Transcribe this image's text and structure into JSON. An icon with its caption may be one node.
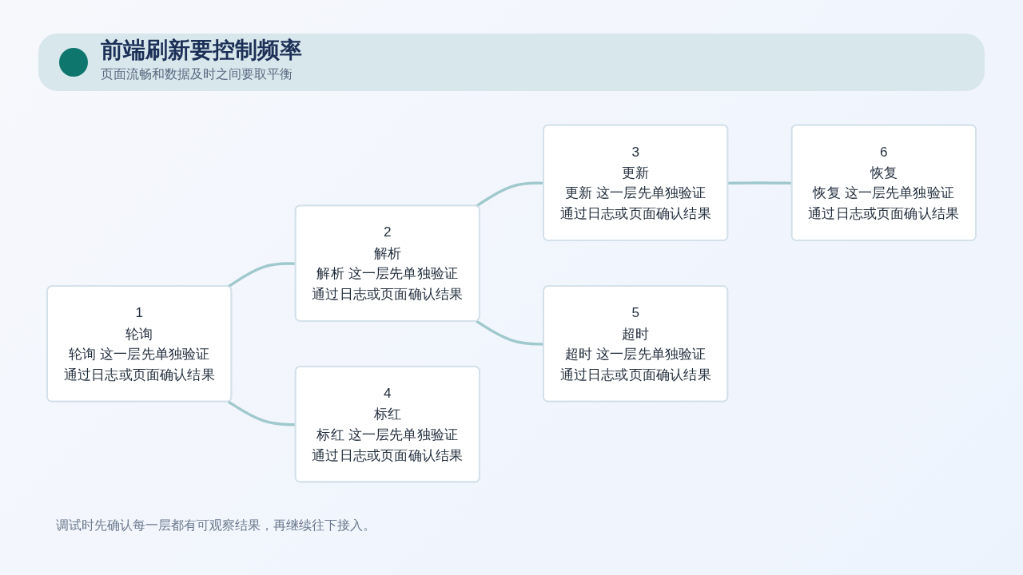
{
  "diagram": {
    "title": "前端刷新要控制频率",
    "nodes": [
      {
        "text": [
          "1",
          "轮询",
          "轮询 这一层先单独验证",
          "通过日志或页面确认结果"
        ]
      },
      {
        "text": [
          "2",
          "解析",
          "解析 这一层先单独验证",
          "通过日志或页面确认结果"
        ]
      },
      {
        "text": [
          "3",
          "更新",
          "更新 这一层先单独验证",
          "通过日志或页面确认结果"
        ]
      },
      {
        "text": [
          "4",
          "标红",
          "标红 这一层先单独验证",
          "通过日志或页面确认结果"
        ]
      },
      {
        "text": [
          "5",
          "超时",
          "超时 这一层先单独验证",
          "通过日志或页面确认结果"
        ]
      },
      {
        "text": [
          "6",
          "恢复",
          "恢复 这一层先单独验证",
          "通过日志或页面确认结果"
        ]
      }
    ],
    "edges": [
      {
        "from": 0,
        "to": 1,
        "arrow": "none"
      },
      {
        "from": 1,
        "to": 2,
        "arrow": "none"
      },
      {
        "from": 0,
        "to": 3,
        "arrow": "none"
      },
      {
        "from": 1,
        "to": 4,
        "arrow": "none"
      },
      {
        "from": 2,
        "to": 5,
        "arrow": "none"
      }
    ],
    "labels": [
      "页面流畅和数据及时之间要取平衡"
    ],
    "caption": "调试时先确认每一层都有可观察结果，再继续往下接入。"
  }
}
